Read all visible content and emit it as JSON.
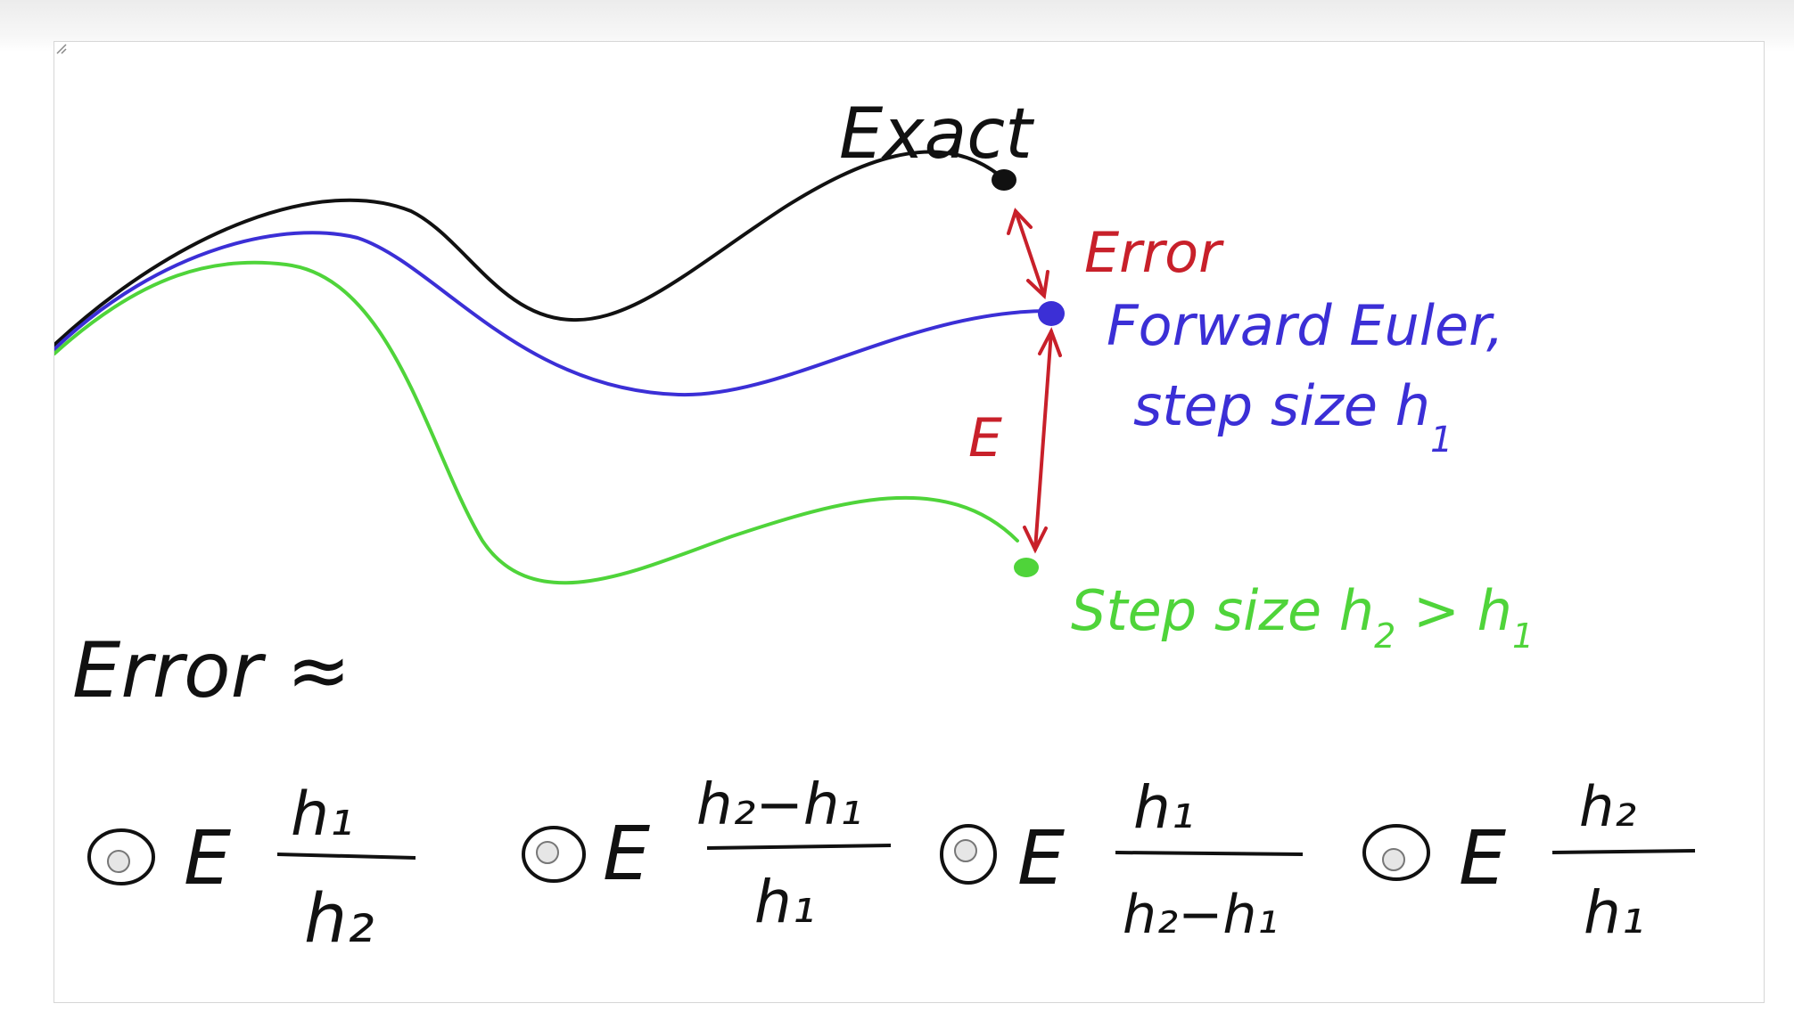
{
  "whiteboard": {
    "labels": {
      "exact": "Exact",
      "error": "Error",
      "forward_euler_line1": "Forward Euler,",
      "forward_euler_line2": "step size h",
      "forward_euler_sub": "1",
      "E": "E",
      "step_size_h2": "Step size h",
      "h2_sub": "2",
      "gt": " > h",
      "h1_sub": "1"
    },
    "question": {
      "prompt": "Error ≈"
    },
    "options": [
      {
        "id": "A",
        "coefficient": "E",
        "numerator": "h₁",
        "denominator": "h₂"
      },
      {
        "id": "B",
        "coefficient": "E",
        "numerator": "h₂−h₁",
        "denominator": "h₁"
      },
      {
        "id": "C",
        "coefficient": "E",
        "numerator": "h₁",
        "denominator": "h₂−h₁"
      },
      {
        "id": "D",
        "coefficient": "E",
        "numerator": "h₂",
        "denominator": "h₁"
      }
    ],
    "colors": {
      "exact": "#111111",
      "forward_euler": "#3b2fd6",
      "step_size_h2": "#4fd43a",
      "error": "#c8202a"
    },
    "icons": {
      "radio": "radio-circle-icon",
      "grip": "resize-grip-icon"
    }
  }
}
